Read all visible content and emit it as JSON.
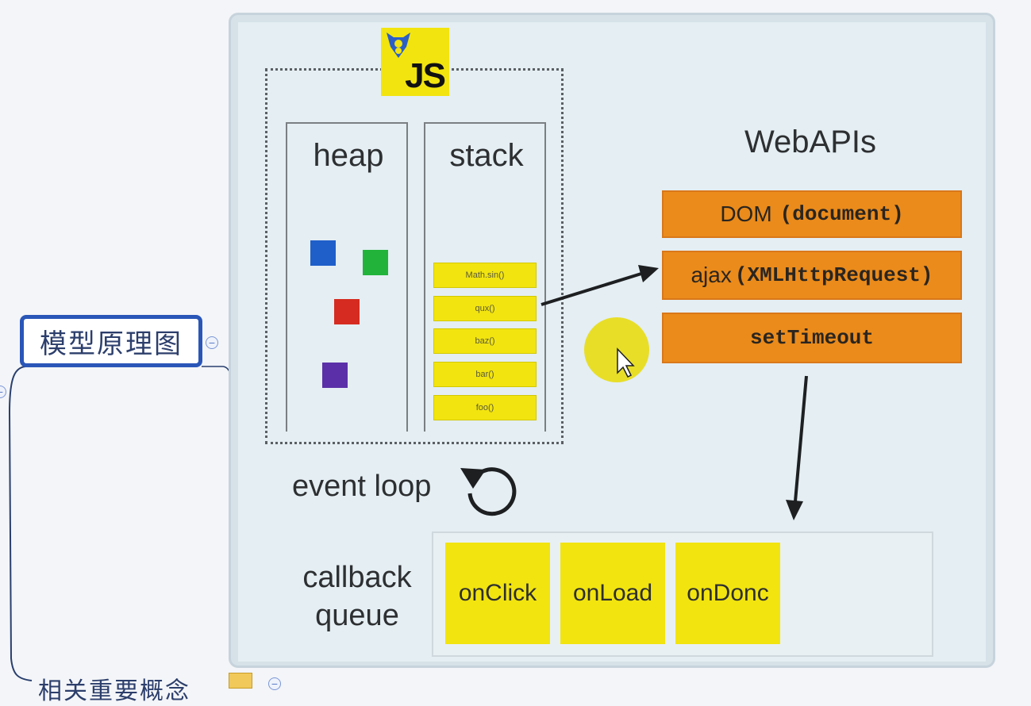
{
  "mindmap": {
    "main_node": "模型原理图",
    "next_node": "相关重要概念"
  },
  "diagram": {
    "logo_text": "JS",
    "heap_label": "heap",
    "stack_label": "stack",
    "stack_frames": [
      "Math.sin()",
      "qux()",
      "baz()",
      "bar()",
      "foo()"
    ],
    "heap_object_colors": [
      "#1f5fc9",
      "#22b43a",
      "#d62b20",
      "#5b2fa8"
    ],
    "webapis_title": "WebAPIs",
    "apis": [
      {
        "plain": "DOM",
        "code": "(document)"
      },
      {
        "plain": "ajax",
        "code": "(XMLHttpRequest)"
      },
      {
        "plain": "",
        "code": "setTimeout"
      }
    ],
    "event_loop_label": "event loop",
    "callback_queue_label_line1": "callback",
    "callback_queue_label_line2": "queue",
    "callbacks": [
      "onClick",
      "onLoad",
      "onDonc"
    ],
    "accent_yellow": "#f2e40f",
    "api_orange": "#ea8b1b"
  }
}
